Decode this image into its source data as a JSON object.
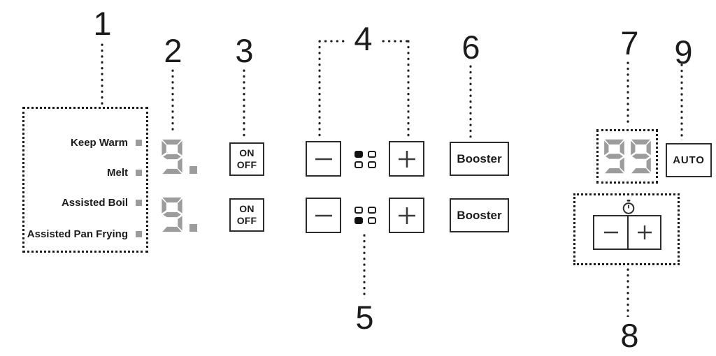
{
  "callouts": {
    "n1": "1",
    "n2": "2",
    "n3": "3",
    "n4": "4",
    "n5": "5",
    "n6": "6",
    "n7": "7",
    "n8": "8",
    "n9": "9"
  },
  "function_box": {
    "items": [
      {
        "label": "Keep Warm"
      },
      {
        "label": "Melt"
      },
      {
        "label": "Assisted Boil"
      },
      {
        "label": "Assisted Pan Frying"
      }
    ]
  },
  "controls": {
    "on": "ON",
    "off": "OFF",
    "booster": "Booster",
    "auto": "AUTO"
  },
  "zones": {
    "zone1": {
      "display": "9.",
      "indicators": [
        true,
        false,
        false,
        false
      ]
    },
    "zone2": {
      "display": "9.",
      "indicators": [
        false,
        false,
        true,
        false
      ]
    }
  },
  "timer": {
    "display": "99"
  },
  "icons": {
    "minus": "−",
    "plus": "+",
    "timer": "⏱"
  },
  "colors": {
    "ink": "#1c1c1c",
    "segment_gray": "#9c9c9c",
    "indicator_gray": "#9b9b9b"
  }
}
